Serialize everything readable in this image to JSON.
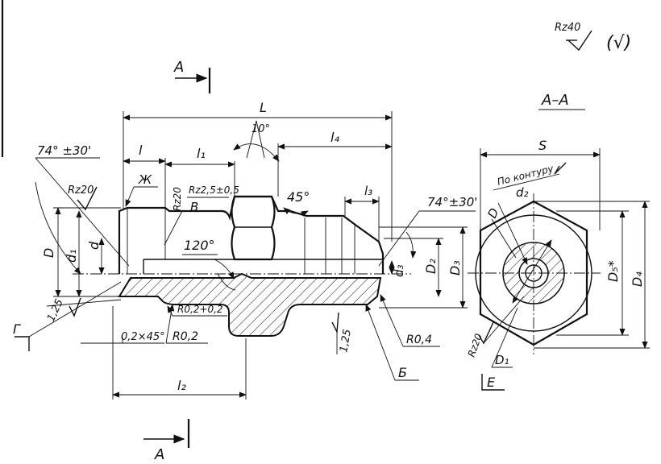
{
  "roughness": {
    "general": "Rz40",
    "other": "(√)",
    "rz20_left": "Rz20",
    "rz20_vertical": "Rz20",
    "rz25": "Rz2,5±0,5",
    "rz20_end": "Rz20"
  },
  "section": {
    "title": "A–A",
    "marker_top": "A",
    "marker_bottom": "A",
    "by_contour": "По контуру"
  },
  "dimensions": {
    "L": "L",
    "l": "l",
    "l1": "l₁",
    "l2": "l₂",
    "l3": "l₃",
    "l4": "l₄",
    "D": "D",
    "d1": "d₁",
    "d": "d",
    "d2": "d₂",
    "d3": "d₃",
    "D1": "D₁",
    "D2": "D₂",
    "D3": "D₃",
    "D4": "D₄",
    "D5": "D₅*",
    "S": "S",
    "angle_top_left": "74° ±30'",
    "angle_right": "74°±30'",
    "angle_10": "10°",
    "angle_45": "45°",
    "angle_120": "120°",
    "radius_r02": "R0,2",
    "radius_r02_tol": "R0,2+0,2",
    "radius_r04": "R0,4",
    "chamfer": "0,2×45°",
    "size_125_left": "1,25",
    "size_125_right": "1,25"
  },
  "letters": {
    "zh": "Ж",
    "v": "В",
    "b": "Б",
    "g": "Г",
    "e": "Е",
    "d_hex": "D"
  }
}
